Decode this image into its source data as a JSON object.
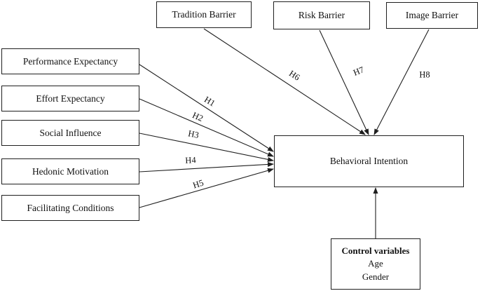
{
  "diagram": {
    "colors": {
      "background": "#ffffff",
      "box_border": "#1f1f1f",
      "text": "#111111",
      "arrow": "#1f1f1f"
    },
    "nodes": {
      "predictors": [
        {
          "label": "Performance Expectancy"
        },
        {
          "label": "Effort Expectancy"
        },
        {
          "label": "Social Influence"
        },
        {
          "label": "Hedonic Motivation"
        },
        {
          "label": "Facilitating Conditions"
        }
      ],
      "barriers": [
        {
          "label": "Tradition Barrier"
        },
        {
          "label": "Risk Barrier"
        },
        {
          "label": "Image Barrier"
        }
      ],
      "outcome": {
        "label": "Behavioral Intention"
      },
      "control": {
        "title": "Control variables",
        "items": [
          "Age",
          "Gender"
        ]
      }
    },
    "edges": [
      {
        "from": "Performance Expectancy",
        "to": "Behavioral Intention",
        "label": "H1"
      },
      {
        "from": "Effort Expectancy",
        "to": "Behavioral Intention",
        "label": "H2"
      },
      {
        "from": "Social Influence",
        "to": "Behavioral Intention",
        "label": "H3"
      },
      {
        "from": "Hedonic Motivation",
        "to": "Behavioral Intention",
        "label": "H4"
      },
      {
        "from": "Facilitating Conditions",
        "to": "Behavioral Intention",
        "label": "H5"
      },
      {
        "from": "Tradition Barrier",
        "to": "Behavioral Intention",
        "label": "H6"
      },
      {
        "from": "Risk Barrier",
        "to": "Behavioral Intention",
        "label": "H7"
      },
      {
        "from": "Image Barrier",
        "to": "Behavioral Intention",
        "label": "H8"
      },
      {
        "from": "Control variables",
        "to": "Behavioral Intention",
        "label": ""
      }
    ]
  }
}
